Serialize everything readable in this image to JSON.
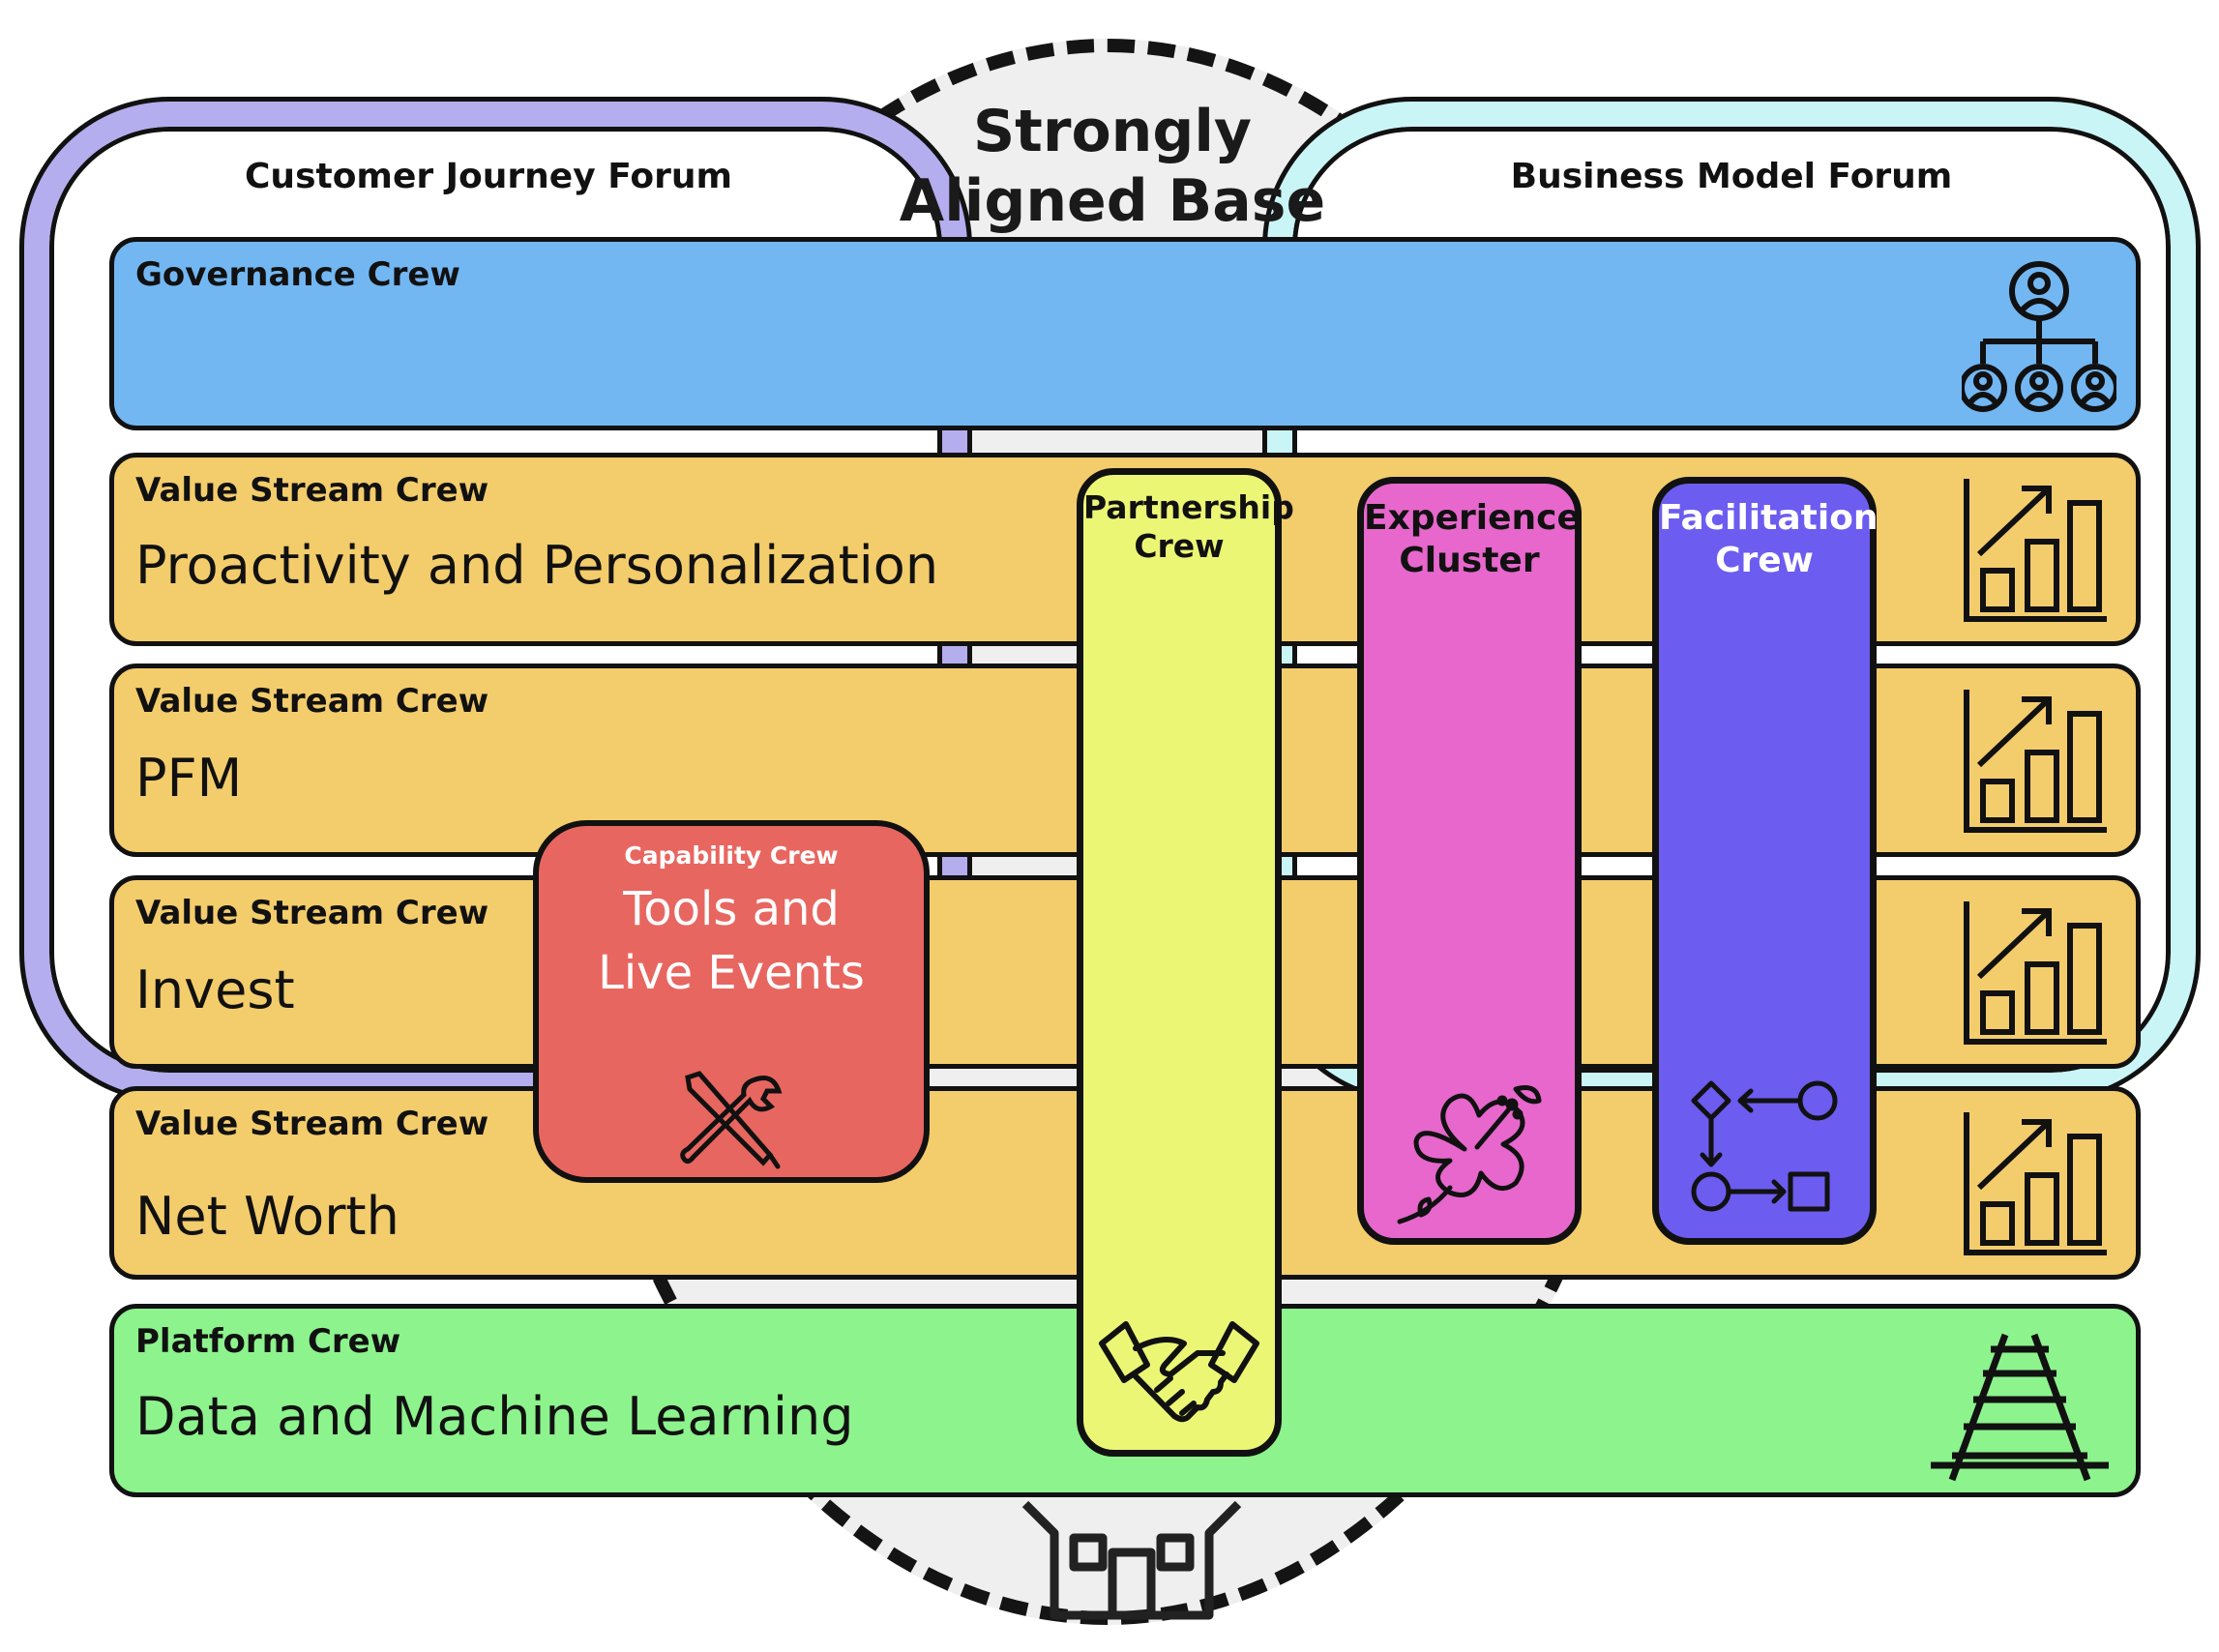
{
  "base": {
    "title": "Strongly Aligned Base"
  },
  "forums": {
    "customer_journey": "Customer Journey Forum",
    "business_model": "Business Model Forum"
  },
  "rows": {
    "governance": {
      "kind": "Governance Crew"
    },
    "vs1": {
      "kind": "Value Stream Crew",
      "title": "Proactivity and Personalization"
    },
    "vs2": {
      "kind": "Value Stream Crew",
      "title": "PFM"
    },
    "vs3": {
      "kind": "Value Stream Crew",
      "title": "Invest"
    },
    "vs4": {
      "kind": "Value Stream Crew",
      "title": "Net Worth"
    },
    "platform": {
      "kind": "Platform Crew",
      "title": "Data and Machine Learning"
    }
  },
  "vertical_crews": {
    "partnership": "Partnership Crew",
    "experience": "Experience Cluster",
    "facilitation": "Facilitation Crew"
  },
  "capability": {
    "kind": "Capability Crew",
    "title": "Tools and Live Events"
  },
  "icons": {
    "governance": "org-chart-icon",
    "value_stream": "growth-chart-icon",
    "platform": "railroad-track-icon",
    "partnership": "handshake-icon",
    "experience": "hibiscus-flower-icon",
    "facilitation": "flow-diagram-icon",
    "capability": "tools-icon",
    "base": "house-icon"
  },
  "colors": {
    "governance": "#72b7f2",
    "value_stream": "#f3cc6c",
    "platform": "#8df38d",
    "partnership": "#ecf675",
    "experience": "#e767cd",
    "facilitation": "#6c5cf0",
    "capability": "#e86660",
    "customer_journey_forum": "#b4adee",
    "business_model_forum": "#c9f5f7"
  }
}
